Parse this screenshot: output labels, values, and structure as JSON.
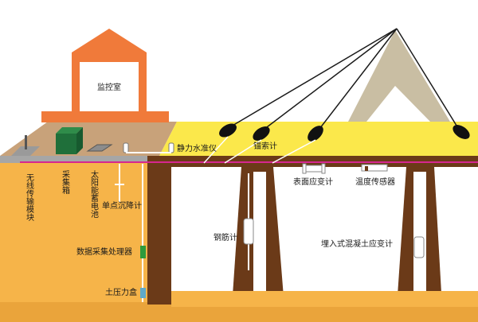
{
  "diagram": {
    "monitor_room": "监控室",
    "wireless_module": "无线传输模块",
    "collection_box": "采集箱",
    "solar_battery": "太阳能蓄电池",
    "settlement_gauge": "单点沉降计",
    "static_level": "静力水准仪",
    "anchor_cable_meter": "锚索计",
    "surface_strain_gauge": "表面应变计",
    "temperature_sensor": "温度传感器",
    "rebar_meter": "钢筋计",
    "embedded_strain_gauge": "埋入式混凝土应变计",
    "data_processor": "数据采集处理器",
    "earth_pressure_cell": "土压力盒"
  },
  "colors": {
    "soil": "#f6b449",
    "deck": "#fbe84b",
    "brown": "#6b3a18",
    "room": "#f07a3a",
    "cable": "#d6278f",
    "tower": "#c9bea3"
  }
}
